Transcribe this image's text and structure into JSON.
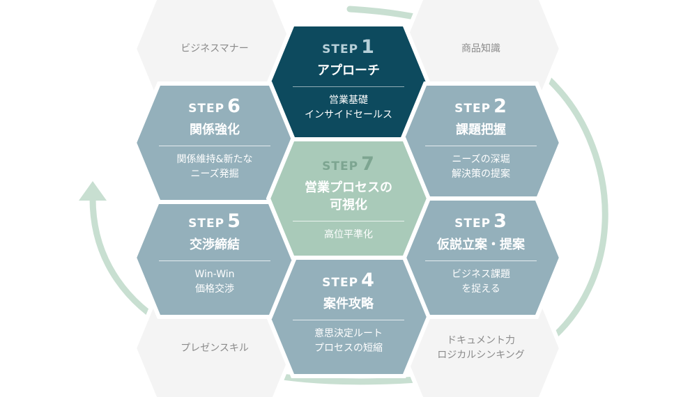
{
  "colors": {
    "dark": "#0d4a5e",
    "mid": "#94b0bb",
    "center": "#a9cab9",
    "side": "#f4f4f4",
    "arrow": "#c8dfd1"
  },
  "steps": [
    {
      "step_word": "STEP",
      "number": "1",
      "title": "アプローチ",
      "desc": [
        "営業基礎",
        "インサイドセールス"
      ]
    },
    {
      "step_word": "STEP",
      "number": "2",
      "title": "課題把握",
      "desc": [
        "ニーズの深堀",
        "解決策の提案"
      ]
    },
    {
      "step_word": "STEP",
      "number": "3",
      "title": "仮説立案・提案",
      "desc": [
        "ビジネス課題",
        "を捉える"
      ]
    },
    {
      "step_word": "STEP",
      "number": "4",
      "title": "案件攻略",
      "desc": [
        "意思決定ルート",
        "プロセスの短縮"
      ]
    },
    {
      "step_word": "STEP",
      "number": "5",
      "title": "交渉締結",
      "desc": [
        "Win-Win",
        "価格交渉"
      ]
    },
    {
      "step_word": "STEP",
      "number": "6",
      "title": "関係強化",
      "desc": [
        "関係維持&新たな",
        "ニーズ発掘"
      ]
    },
    {
      "step_word": "STEP",
      "number": "7",
      "title": [
        "営業プロセスの",
        "可視化"
      ],
      "desc": [
        "高位平準化"
      ]
    }
  ],
  "side_cells": [
    {
      "lines": [
        "ビジネスマナー"
      ]
    },
    {
      "lines": [
        "商品知識"
      ]
    },
    {
      "lines": [
        "プレゼンスキル"
      ]
    },
    {
      "lines": [
        "ドキュメント力",
        "ロジカルシンキング"
      ]
    }
  ]
}
